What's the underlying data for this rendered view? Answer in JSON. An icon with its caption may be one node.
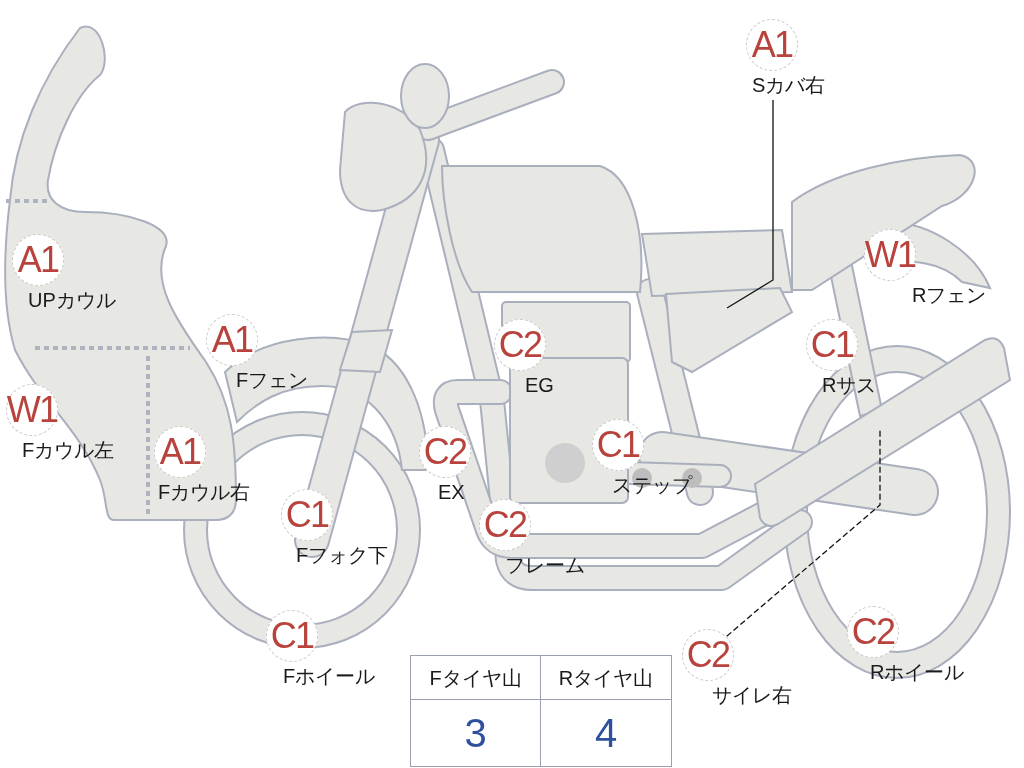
{
  "diagram": {
    "nodes": [
      {
        "text": [
          "A1",
          "Sカバ右"
        ]
      },
      {
        "text": [
          "W1",
          "Rフェン"
        ]
      },
      {
        "text": [
          "A1",
          "UPカウル"
        ]
      },
      {
        "text": [
          "A1",
          "Fフェン"
        ]
      },
      {
        "text": [
          "C2",
          "EG"
        ]
      },
      {
        "text": [
          "C1",
          "Rサス"
        ]
      },
      {
        "text": [
          "W1",
          "Fカウル左"
        ]
      },
      {
        "text": [
          "A1",
          "Fカウル右"
        ]
      },
      {
        "text": [
          "C2",
          "EX"
        ]
      },
      {
        "text": [
          "C1",
          "ステップ"
        ]
      },
      {
        "text": [
          "C1",
          "Fフォク下"
        ]
      },
      {
        "text": [
          "C2",
          "フレーム"
        ]
      },
      {
        "text": [
          "C2",
          "サイレ右"
        ]
      },
      {
        "text": [
          "C2",
          "Rホイール"
        ]
      },
      {
        "text": [
          "C1",
          "Fホイール"
        ]
      }
    ],
    "edges": [
      {
        "from": 0,
        "to": null,
        "arrow": "none"
      },
      {
        "from": 12,
        "to": null,
        "arrow": "none",
        "style": "dashed"
      }
    ],
    "labels": [
      "Fタイヤ山",
      "Rタイヤ山",
      "3",
      "4"
    ]
  }
}
